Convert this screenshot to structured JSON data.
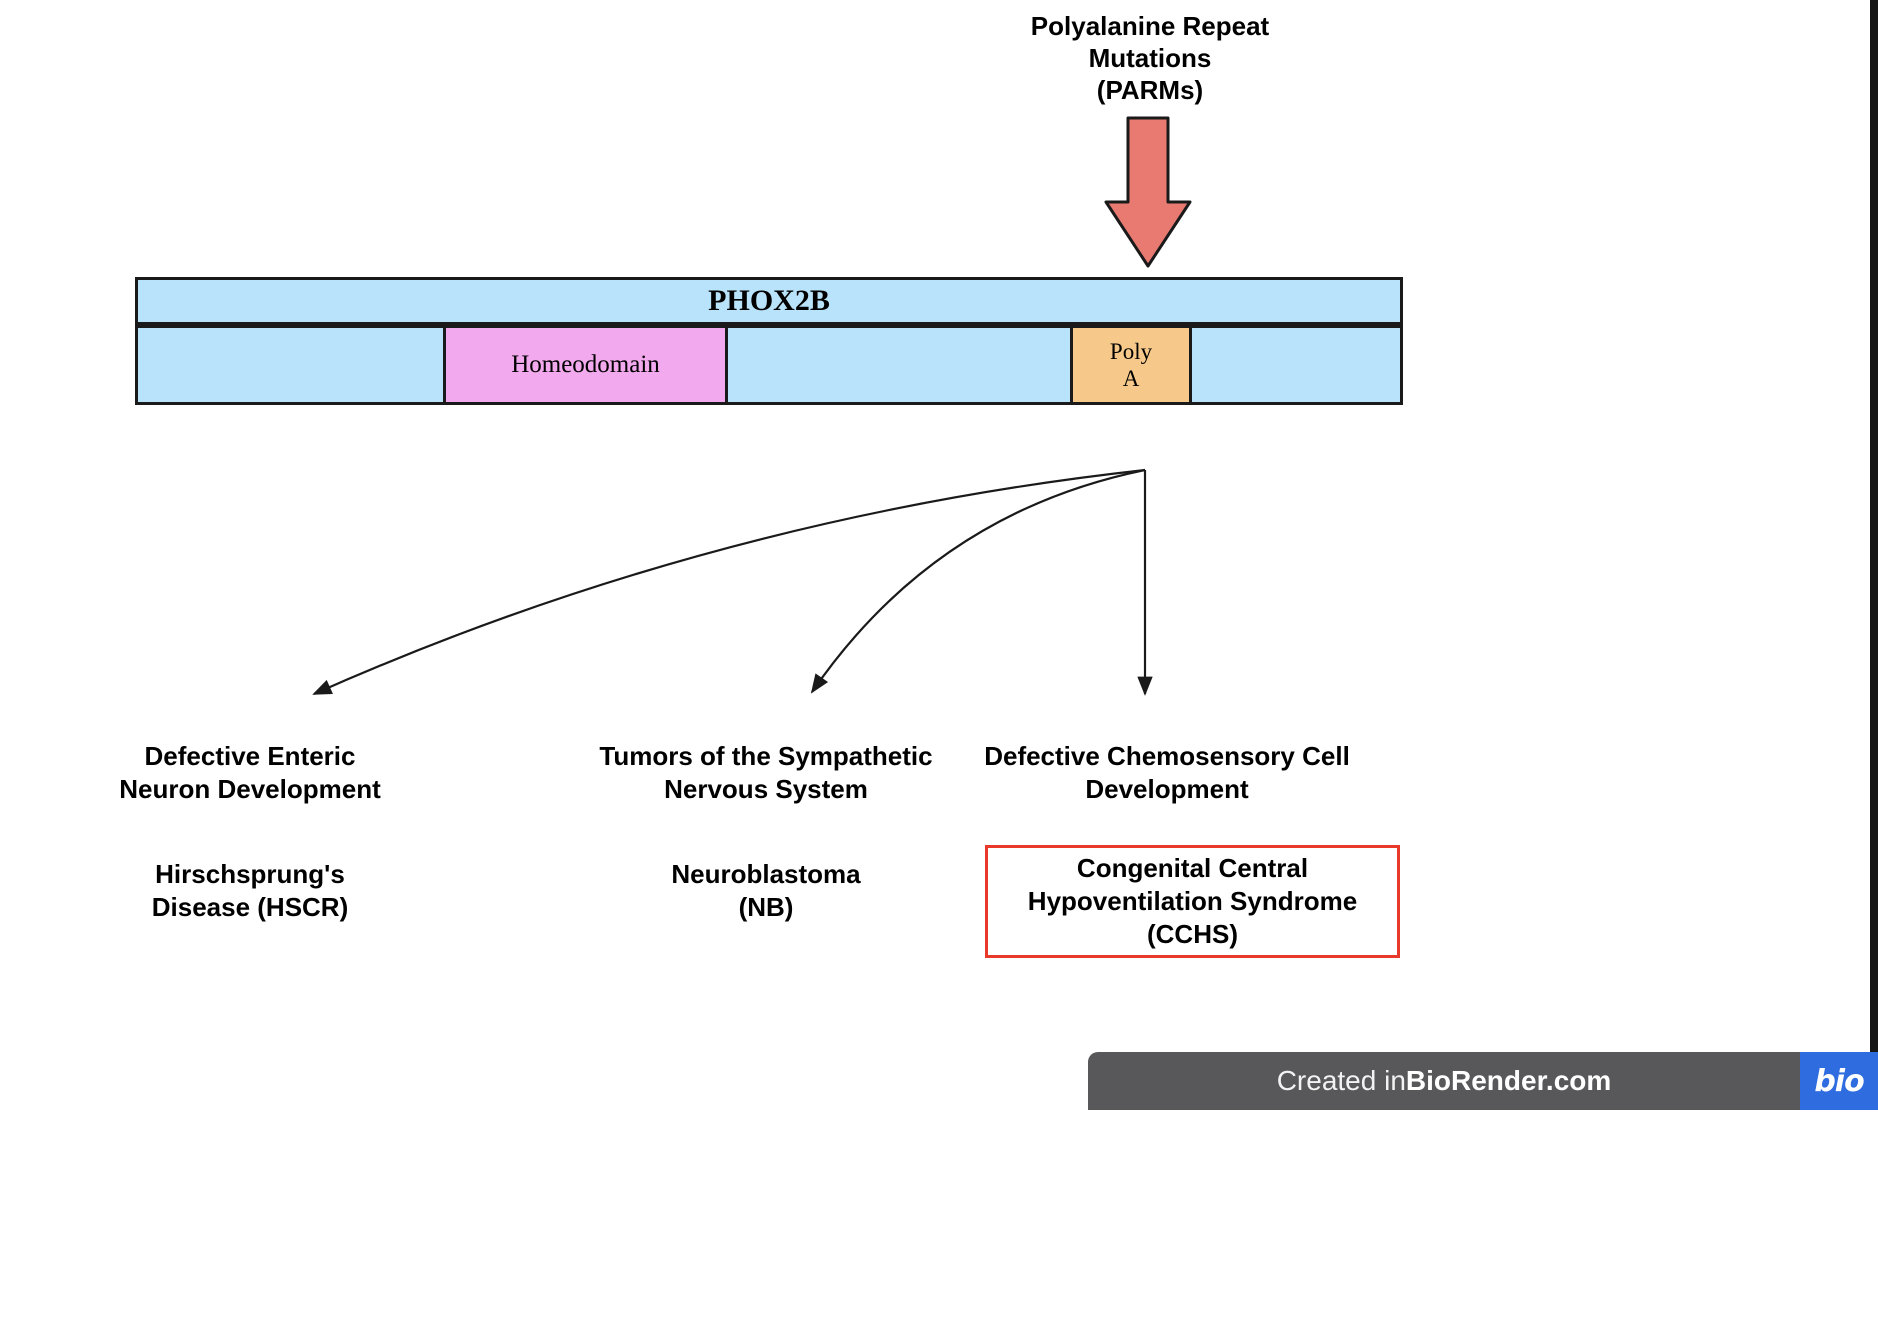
{
  "colors": {
    "bar_blue": "#b9e3fa",
    "homeodomain_pink": "#f3a9ed",
    "polya_orange": "#f6c98a",
    "arrow_red": "#e87a72",
    "outline": "#1a1a1a",
    "highlight_red": "#e8392b",
    "watermark_bg": "#58585a",
    "logo_blue": "#2e6ce0"
  },
  "top_label": "Polyalanine Repeat\nMutations\n(PARMs)",
  "gene": {
    "title": "PHOX2B",
    "homeodomain": "Homeodomain",
    "polya": "Poly\nA"
  },
  "outcomes": [
    {
      "mechanism": "Defective Enteric\nNeuron Development",
      "disease": "Hirschsprung's\nDisease (HSCR)"
    },
    {
      "mechanism": "Tumors of the Sympathetic\nNervous System",
      "disease": "Neuroblastoma\n(NB)"
    },
    {
      "mechanism": "Defective Chemosensory Cell\nDevelopment",
      "disease": "Congenital Central\nHypoventilation Syndrome\n(CCHS)"
    }
  ],
  "watermark": {
    "prefix": "Created in ",
    "brand": "BioRender.com",
    "logo_text": "bio"
  }
}
